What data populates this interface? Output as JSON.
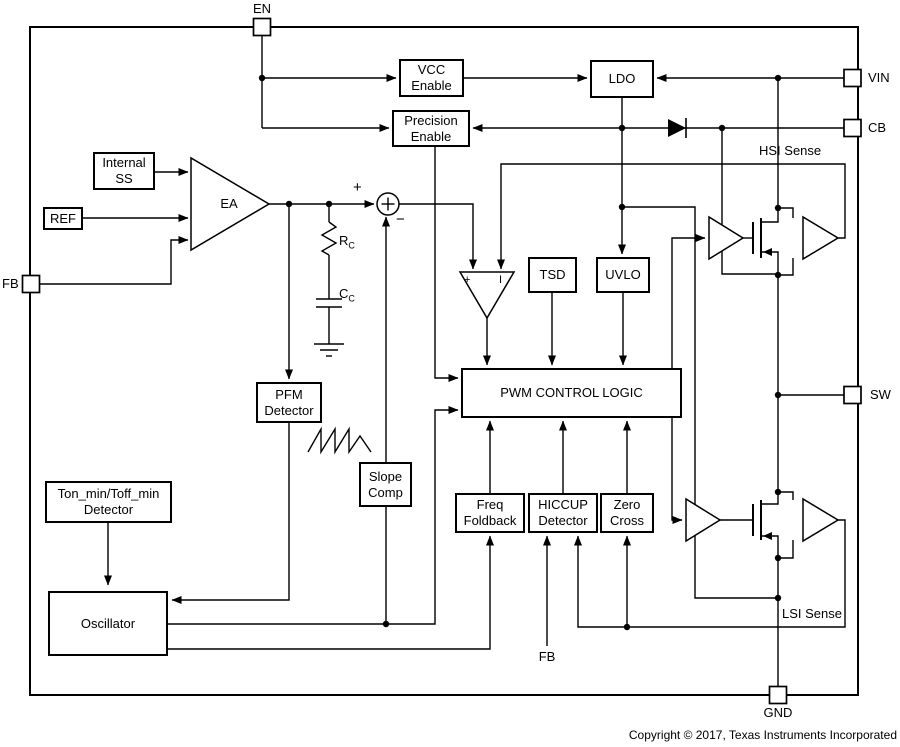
{
  "pins": {
    "en": "EN",
    "vin": "VIN",
    "cb": "CB",
    "sw": "SW",
    "gnd": "GND",
    "fb": "FB"
  },
  "blocks": {
    "vcc_enable": "VCC\nEnable",
    "ldo": "LDO",
    "precision_enable": "Precision\nEnable",
    "internal_ss": "Internal\nSS",
    "ref": "REF",
    "error_amp": "EA",
    "pfm_detector": "PFM\nDetector",
    "tsd": "TSD",
    "uvlo": "UVLO",
    "pwm_logic": "PWM CONTROL LOGIC",
    "slope_comp": "Slope\nComp",
    "freq_foldback": "Freq\nFoldback",
    "hiccup_detector": "HICCUP\nDetector",
    "zero_cross": "Zero\nCross",
    "ton_detector": "Ton_min/Toff_min\nDetector",
    "oscillator": "Oscillator"
  },
  "labels": {
    "hsi_sense": "HSI Sense",
    "lsi_sense": "LSI Sense",
    "fb_bottom": "FB",
    "sum_plus": "+",
    "sum_minus": "−",
    "comp_plus": "+",
    "comp_current": "I",
    "rc": {
      "base": "R",
      "sub": "C"
    },
    "cc": {
      "base": "C",
      "sub": "C"
    }
  },
  "footer": {
    "copyright": "Copyright © 2017, Texas Instruments Incorporated"
  },
  "colors": {
    "line": "#000000",
    "background": "#ffffff"
  }
}
